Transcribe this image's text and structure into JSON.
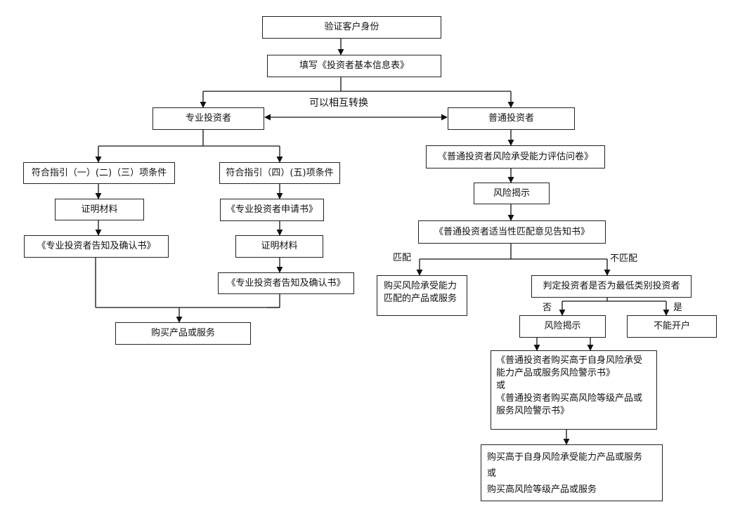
{
  "left_branch": {
    "verify_identity": "验证客户身份",
    "fill_form": "填写《投资者基本信息表》",
    "mutual_conversion": "可以相互转换",
    "professional_investor": "专业投资者",
    "cond_1_2_3": "符合指引（一）(二)（三）项条件",
    "cond_4_5": "符合指引（四）(五)项条件",
    "proof_materials_a": "证明材料",
    "notice_confirm_a": "《专业投资者告知及确认书》",
    "application": "《专业投资者申请书》",
    "proof_materials_b": "证明材料",
    "notice_confirm_b": "《专业投资者告知及确认书》",
    "buy_products": "购买产品或服务"
  },
  "right_branch": {
    "ordinary_investor": "普通投资者",
    "risk_questionnaire": "《普通投资者风险承受能力评估问卷》",
    "risk_disclosure_1": "风险揭示",
    "suitability_notice": "《普通投资者适当性匹配意见告知书》",
    "label_match": "匹配",
    "label_mismatch": "不匹配",
    "buy_matched": [
      "购买风险承受能力",
      "匹配的产品或服务"
    ],
    "lowest_category_check": "判定投资者是否为最低类别投资者",
    "label_no": "否",
    "label_yes": "是",
    "risk_disclosure_2": "风险揭示",
    "cannot_open": "不能开户",
    "warning_letters": [
      "《普通投资者购买高于自身风险承受",
      "能力产品或服务风险警示书》",
      "或",
      "《普通投资者购买高风险等级产品或",
      "服务风险警示书》"
    ],
    "final_purchase": [
      "购买高于自身风险承受能力产品或服务",
      "或",
      "购买高风险等级产品或服务"
    ]
  }
}
